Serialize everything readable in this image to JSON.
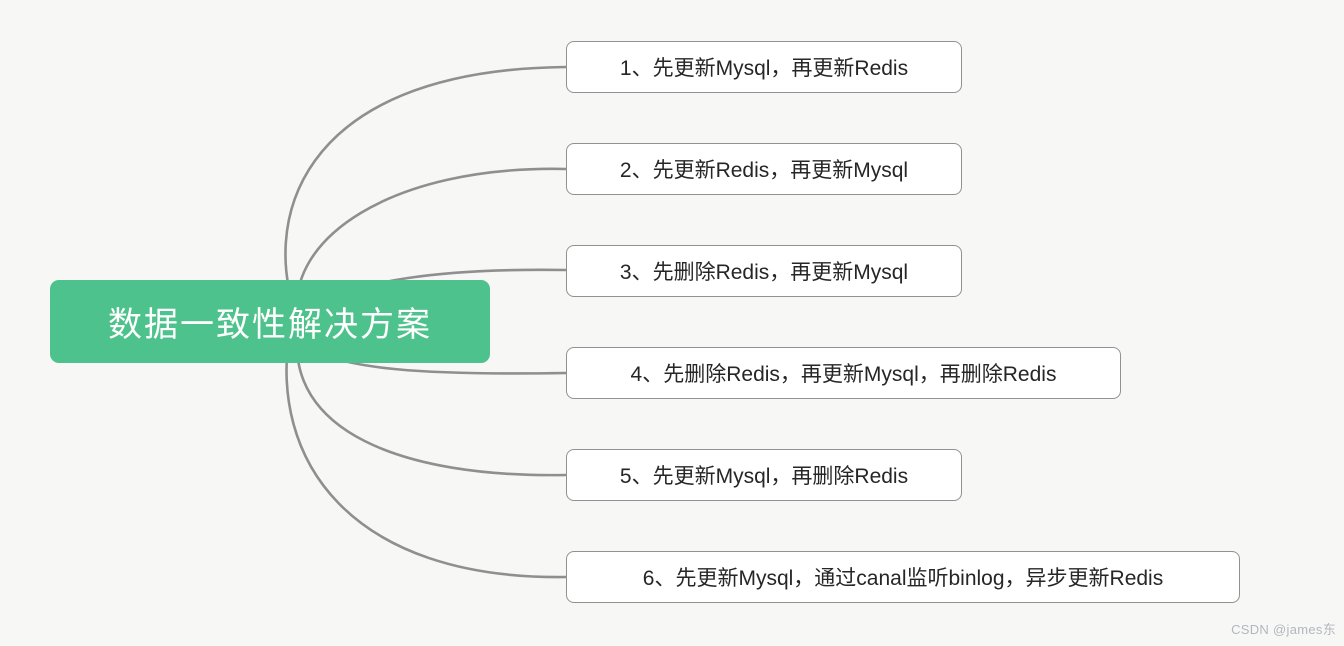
{
  "root_node": {
    "label": "数据一致性解决方案"
  },
  "branches": [
    {
      "label": "1、先更新Mysql，再更新Redis"
    },
    {
      "label": "2、先更新Redis，再更新Mysql"
    },
    {
      "label": "3、先删除Redis，再更新Mysql"
    },
    {
      "label": "4、先删除Redis，再更新Mysql，再删除Redis"
    },
    {
      "label": "5、先更新Mysql，再删除Redis"
    },
    {
      "label": "6、先更新Mysql，通过canal监听binlog，异步更新Redis"
    }
  ],
  "watermark": "CSDN @james东",
  "colors": {
    "background": "#f7f7f6",
    "root_node_fill": "#4ec28c",
    "root_node_text": "#ffffff",
    "connector_line": "#8f8f8f",
    "branch_border": "#919191",
    "branch_fill": "#ffffff",
    "branch_text": "#262626",
    "watermark_text": "#b3b7bd"
  }
}
